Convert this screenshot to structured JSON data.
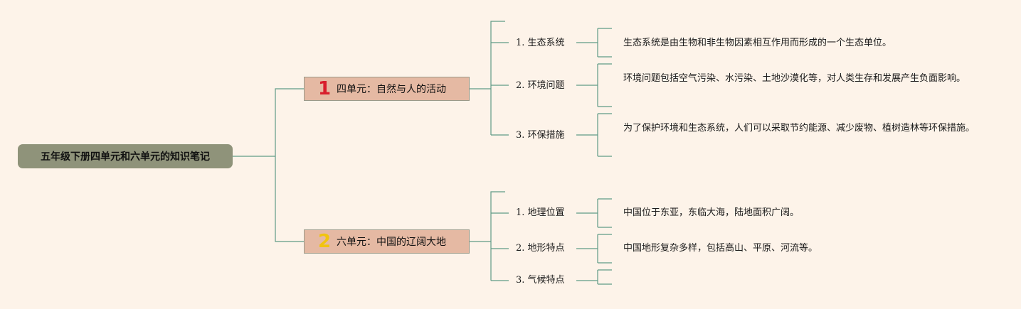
{
  "colors": {
    "background": "#fdf3e9",
    "root_fill": "#8f937a",
    "section_fill": "#e5b9a3",
    "connector": "#5f9a86",
    "num1": "#d81e2c",
    "num2": "#f1c40f"
  },
  "root": {
    "title": "五年级下册四单元和六单元的知识笔记"
  },
  "sections": [
    {
      "number": "1",
      "title": "四单元：自然与人的活动",
      "topics": [
        {
          "label": "1. 生态系统",
          "description": "生态系统是由生物和非生物因素相互作用而形成的一个生态单位。"
        },
        {
          "label": "2. 环境问题",
          "description": "环境问题包括空气污染、水污染、土地沙漠化等，对人类生存和发展产生负面影响。"
        },
        {
          "label": "3. 环保措施",
          "description": "为了保护环境和生态系统，人们可以采取节约能源、减少废物、植树造林等环保措施。"
        }
      ]
    },
    {
      "number": "2",
      "title": "六单元：中国的辽阔大地",
      "topics": [
        {
          "label": "1. 地理位置",
          "description": "中国位于东亚，东临大海，陆地面积广阔。"
        },
        {
          "label": "2. 地形特点",
          "description": "中国地形复杂多样，包括高山、平原、河流等。"
        },
        {
          "label": "3. 气候特点",
          "description": ""
        }
      ]
    }
  ]
}
